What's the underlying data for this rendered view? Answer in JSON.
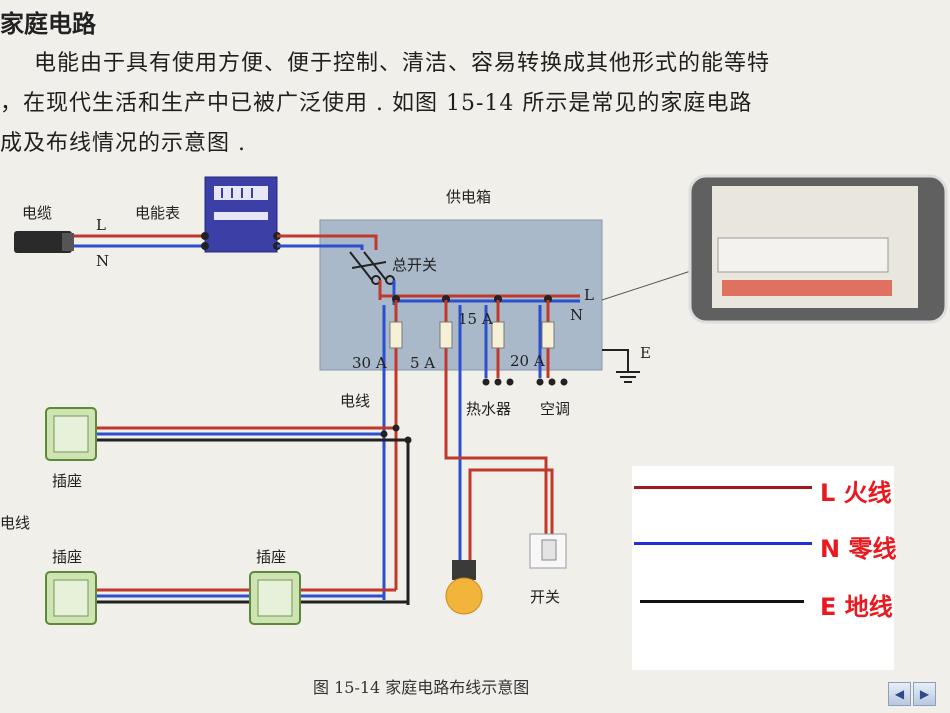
{
  "header": {
    "title": "家庭电路",
    "lines": [
      "电能由于具有使用方便、便于控制、清洁、容易转换成其他形式的能等特",
      "，在现代生活和生产中已被广泛使用 . 如图 15-14 所示是常见的家庭电路",
      "成及布线情况的示意图 ."
    ]
  },
  "diagram": {
    "cable": "电缆",
    "meter": "电能表",
    "wire_l": "L",
    "wire_n": "N",
    "supply_box": "供电箱",
    "main_switch": "总开关",
    "box_l": "L",
    "box_n": "N",
    "earth": "E",
    "fuse_15": "15 A",
    "fuse_30": "30 A",
    "fuse_5": "5 A",
    "fuse_20": "20 A",
    "wires": "电线",
    "water_heater": "热水器",
    "aircon": "空调",
    "socket_1": "插座",
    "socket_2": "插座",
    "socket_3": "插座",
    "wires_left": "电线",
    "switch": "开关"
  },
  "caption": "图 15-14  家庭电路布线示意图",
  "legend": [
    {
      "label": "L 火线",
      "color": "#a0191c"
    },
    {
      "label": "N 零线",
      "color": "#1f2fd8"
    },
    {
      "label": "E 地线",
      "color": "#111111"
    }
  ],
  "nav": {
    "prev_icon": "◀",
    "next_icon": "▶"
  }
}
